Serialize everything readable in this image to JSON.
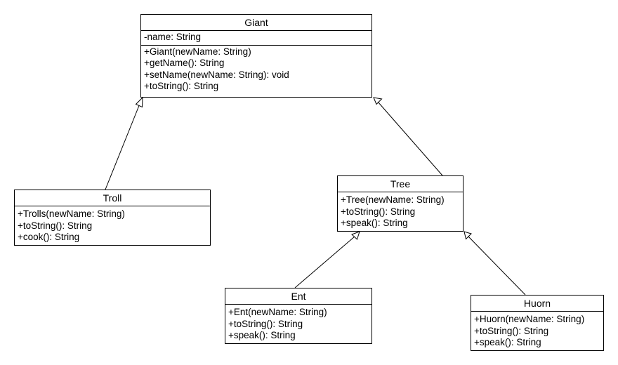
{
  "classes": {
    "giant": {
      "name": "Giant",
      "attributes": [
        "-name: String"
      ],
      "operations": [
        "+Giant(newName: String)",
        "+getName(): String",
        "+setName(newName: String): void",
        "+toString(): String"
      ]
    },
    "troll": {
      "name": "Troll",
      "operations": [
        "+Trolls(newName: String)",
        "+toString(): String",
        "+cook(): String"
      ]
    },
    "tree": {
      "name": "Tree",
      "operations": [
        "+Tree(newName: String)",
        "+toString(): String",
        "+speak(): String"
      ]
    },
    "ent": {
      "name": "Ent",
      "operations": [
        "+Ent(newName: String)",
        "+toString(): String",
        "+speak(): String"
      ]
    },
    "huorn": {
      "name": "Huorn",
      "operations": [
        "+Huorn(newName: String)",
        "+toString(): String",
        "+speak(): String"
      ]
    }
  },
  "relations": [
    {
      "from": "Troll",
      "to": "Giant",
      "type": "generalization"
    },
    {
      "from": "Tree",
      "to": "Giant",
      "type": "generalization"
    },
    {
      "from": "Ent",
      "to": "Tree",
      "type": "generalization"
    },
    {
      "from": "Huorn",
      "to": "Tree",
      "type": "generalization"
    }
  ]
}
